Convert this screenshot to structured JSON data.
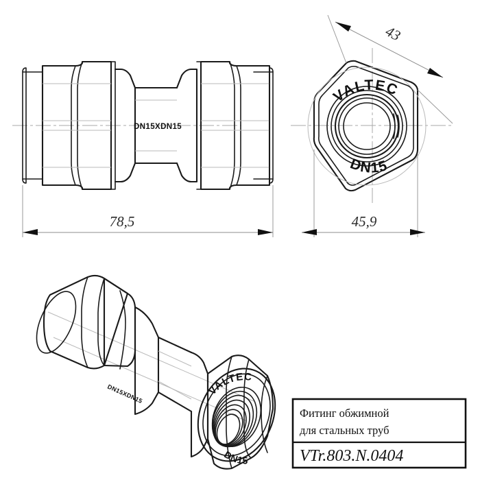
{
  "drawing": {
    "background": "#ffffff",
    "line_color": "#1a1a1a",
    "dim_color": "#8d8d8d",
    "center_line_color": "#a8a8a8"
  },
  "views": {
    "side": {
      "name": "side-elevation-view",
      "body_marking": "DN15XDN15",
      "length_dimension": "78,5"
    },
    "front": {
      "name": "front-end-view",
      "brand_marking": "VALTEC",
      "size_marking": "DN15",
      "across_flats_dimension": "45,9",
      "across_corners_dimension": "43"
    },
    "isometric": {
      "name": "isometric-3d-view",
      "brand_marking": "VALTEC",
      "size_marking": "DN15",
      "body_marking": "DN15XDN15"
    }
  },
  "title_block": {
    "line1": "Фитинг обжимной",
    "line2": "для стальных труб",
    "code": "VTr.803.N.0404"
  }
}
